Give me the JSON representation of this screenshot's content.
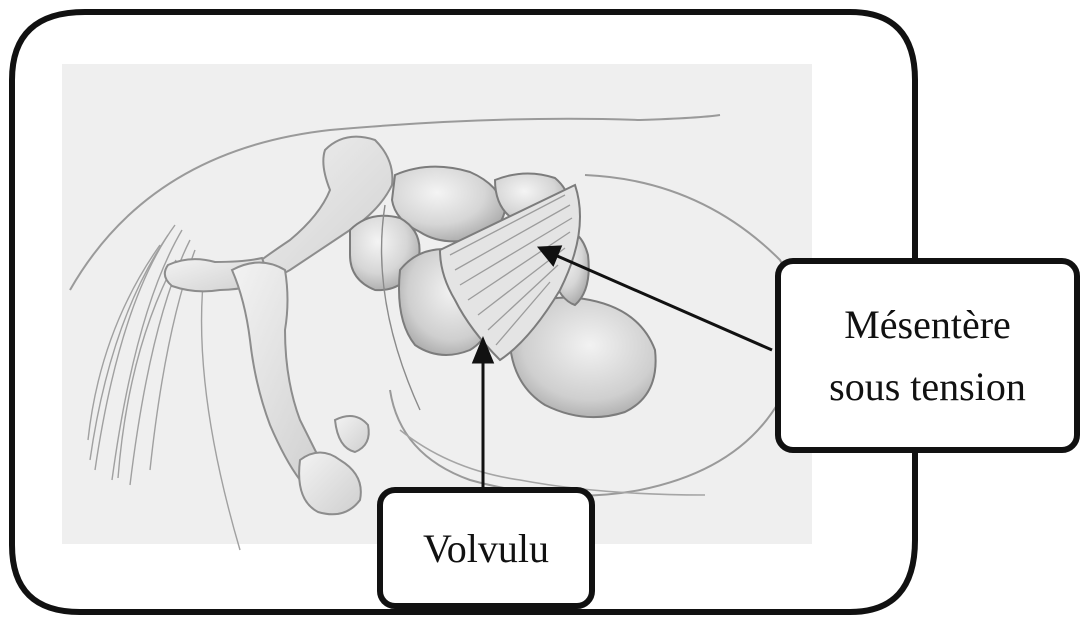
{
  "callouts": {
    "volvulu": {
      "label": "Volvulu"
    },
    "mesentere": {
      "line1": "Mésentère",
      "line2": "sous tension"
    }
  },
  "colors": {
    "frame": "#111111",
    "illustration_bg": "#efefef",
    "bone": "#e6e6e6",
    "intestine": "#d9d9d9",
    "intestine_shadow": "#b5b5b5",
    "stroke": "#8a8a8a"
  }
}
